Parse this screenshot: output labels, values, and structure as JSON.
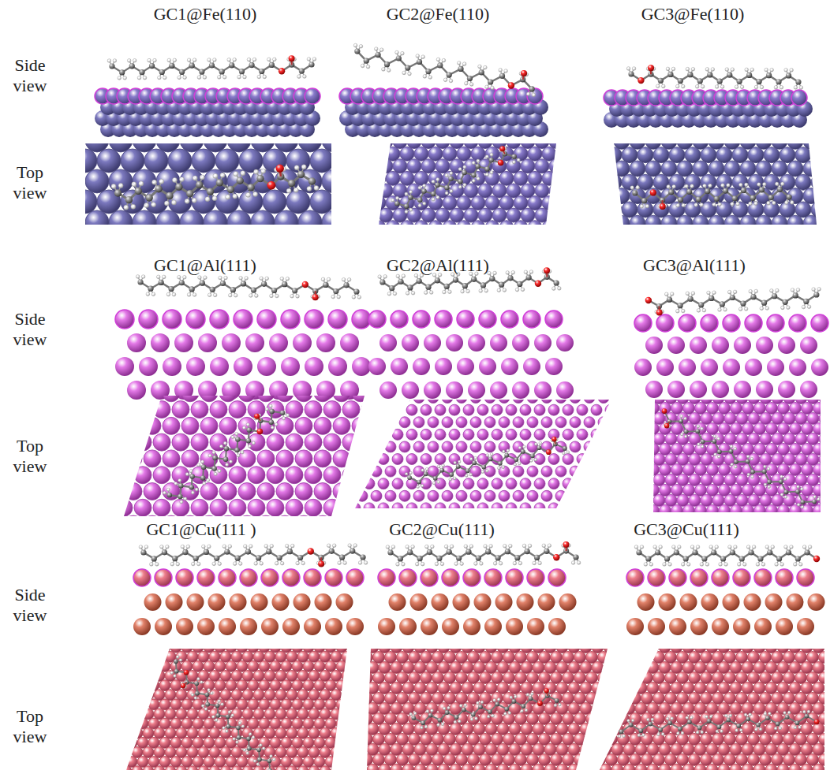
{
  "diagram": {
    "labels": [
      "GC1@Fe(110)",
      "GC2@Fe(110)",
      "GC3@Fe(110)",
      "Side view",
      "Top view",
      "GC1@Al(111)",
      "GC2@Al(111)",
      "GC3@Al(111)",
      "Side view",
      "Top view",
      "GC1@Cu(111 )",
      "GC2@Cu(111)",
      "GC3@Cu(111)",
      "Side view",
      "Top view"
    ]
  }
}
